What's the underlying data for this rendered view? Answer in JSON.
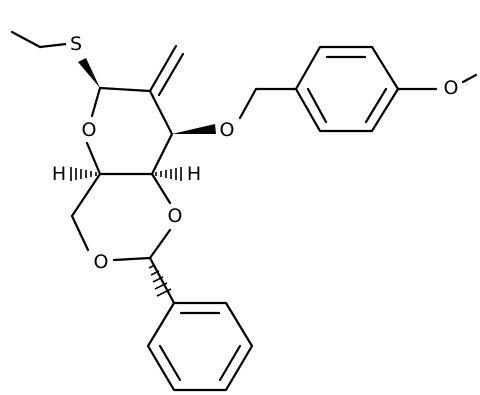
{
  "molecule": {
    "atoms": {
      "sulfur": "S",
      "ring_oxygen": "O",
      "ether_oxygen": "O",
      "methoxy_oxygen": "O",
      "acetal_oxygen_right": "O",
      "acetal_oxygen_left": "O",
      "hydrogen_left": "H",
      "hydrogen_right": "H"
    }
  }
}
